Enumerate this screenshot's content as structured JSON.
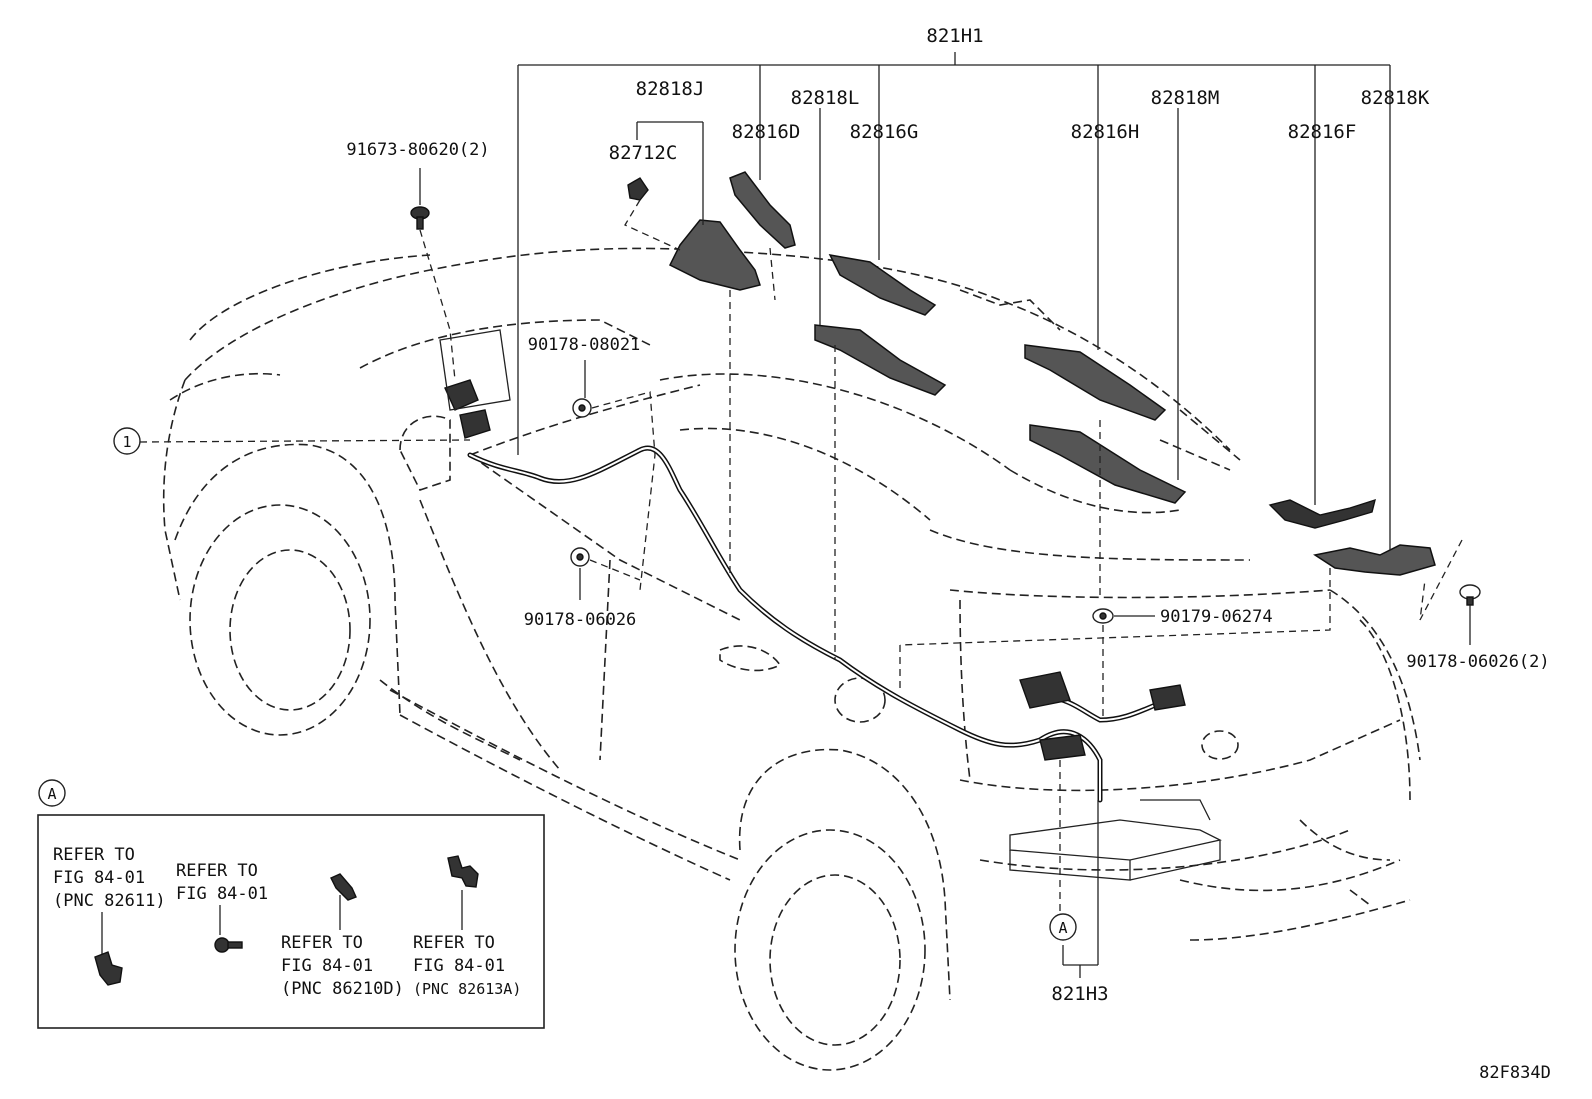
{
  "labels": {
    "main_harness": "821H1",
    "sub_harness": "821H3",
    "p_82818J": "82818J",
    "p_82818L": "82818L",
    "p_82818M": "82818M",
    "p_82818K": "82818K",
    "p_82712C": "82712C",
    "p_82816D": "82816D",
    "p_82816G": "82816G",
    "p_82816H": "82816H",
    "p_82816F": "82816F",
    "bolt_91673": "91673-80620(2)",
    "clip_90178_08021": "90178-08021",
    "clip_90178_06026": "90178-06026",
    "clip_90179_06274": "90179-06274",
    "clip_90178_06026_2": "90178-06026(2)",
    "callout_1": "1",
    "callout_a": "A",
    "figure_code": "82F834D"
  },
  "inset": {
    "marker": "A",
    "ref1": [
      "REFER TO",
      "FIG 84-01",
      "(PNC 82611)"
    ],
    "ref2": [
      "REFER TO",
      "FIG 84-01"
    ],
    "ref3": [
      "REFER TO",
      "FIG 84-01",
      "(PNC 86210D)"
    ],
    "ref4": [
      "REFER TO",
      "FIG 84-01",
      "(PNC 82613A)"
    ]
  }
}
